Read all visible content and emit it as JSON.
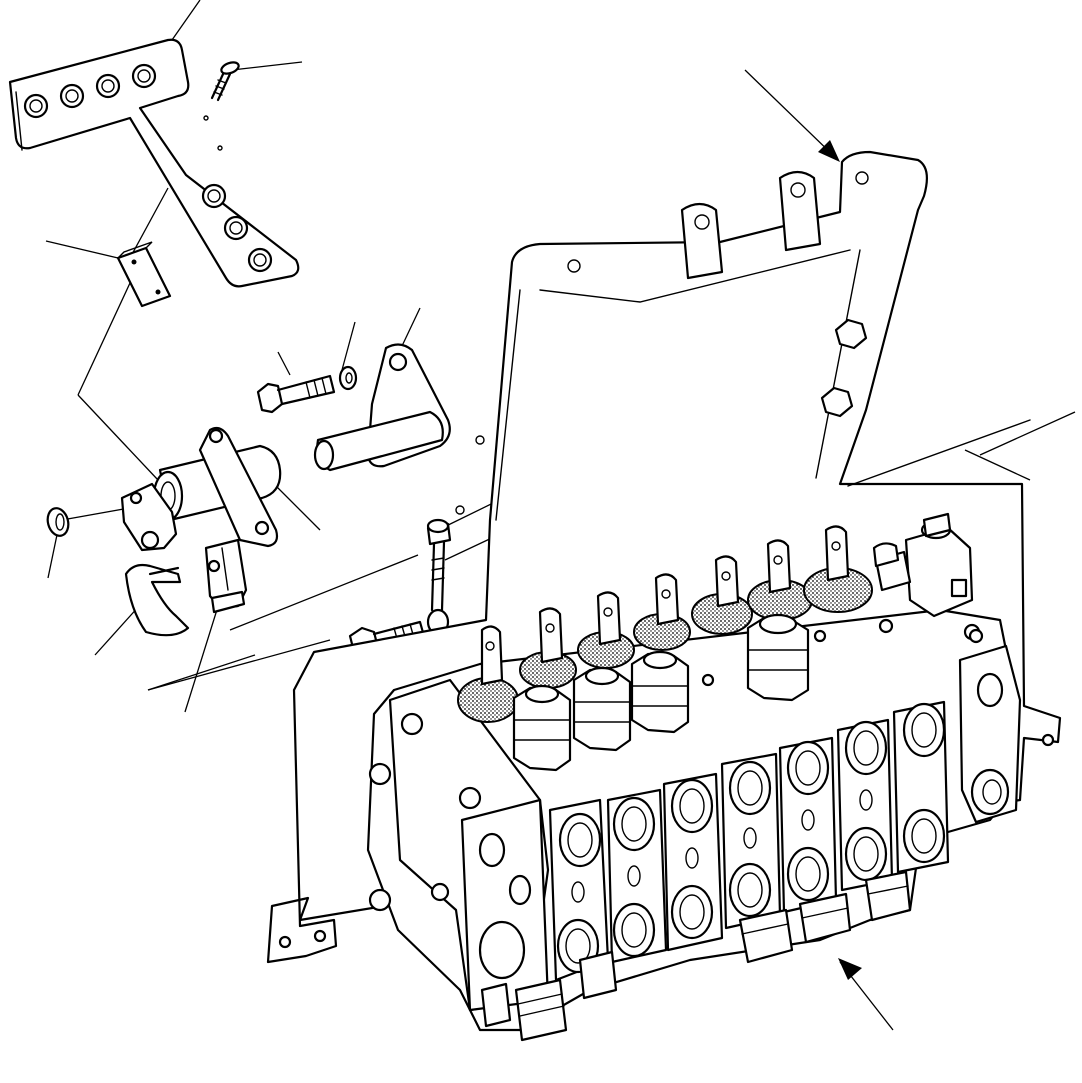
{
  "diagram": {
    "type": "exploded-parts-view",
    "components": [
      "mounting-bracket",
      "control-valve-assembly",
      "lever-plate",
      "pivot-shaft",
      "pivot-housing",
      "clevis",
      "cover",
      "bolt",
      "washer",
      "screw",
      "nut",
      "block",
      "snap-ring",
      "link-rod"
    ],
    "callout_count": 18,
    "labels": []
  }
}
